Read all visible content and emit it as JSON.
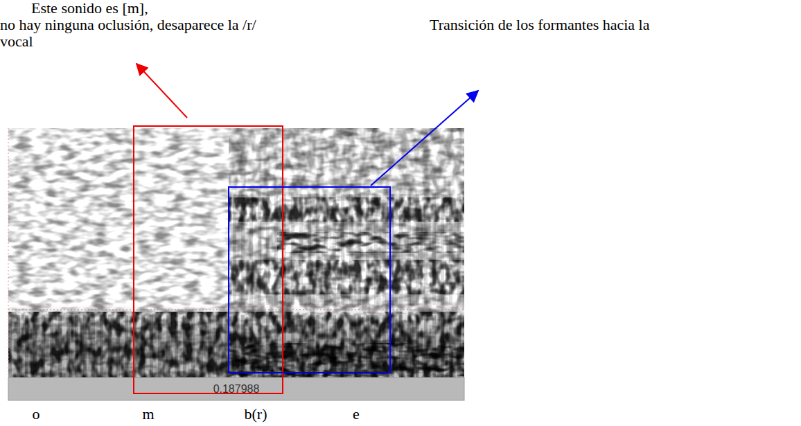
{
  "diagram": {
    "nodes": [
      {
        "text": [
          "0.187988"
        ]
      }
    ],
    "labels": [
      "Este sonido es [m],",
      "no hay ninguna oclusión, desaparece la /r/",
      "Transición de los formantes hacia la",
      "vocal",
      "o",
      "m",
      "b(r)",
      "e"
    ]
  }
}
